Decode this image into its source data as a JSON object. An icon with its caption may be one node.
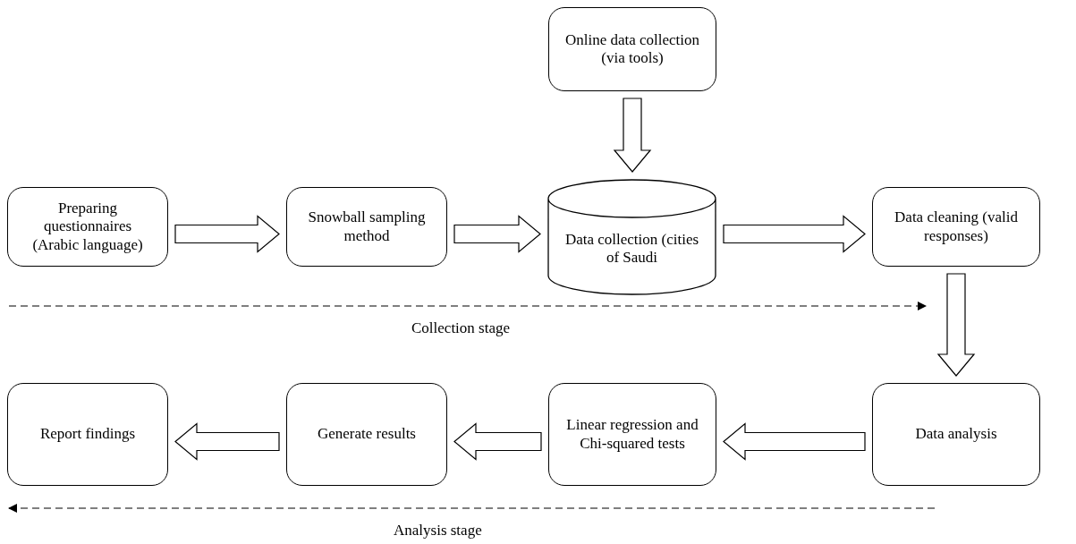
{
  "diagram": {
    "nodes": [
      {
        "text": [
          "Online data collection (via tools)"
        ]
      },
      {
        "text": [
          "Preparing questionnaires (Arabic language)"
        ]
      },
      {
        "text": [
          "Snowball sampling method"
        ]
      },
      {
        "text": [
          "Data collection (cities of Saudi"
        ]
      },
      {
        "text": [
          "Data cleaning (valid responses)"
        ]
      },
      {
        "text": [
          "Data analysis"
        ]
      },
      {
        "text": [
          "Linear regression and Chi-squared tests"
        ]
      },
      {
        "text": [
          "Generate results"
        ]
      },
      {
        "text": [
          "Report findings"
        ]
      }
    ],
    "edges": [
      {
        "from": 0,
        "to": 3,
        "arrow": "to"
      },
      {
        "from": 1,
        "to": 2,
        "arrow": "to"
      },
      {
        "from": 2,
        "to": 3,
        "arrow": "to"
      },
      {
        "from": 3,
        "to": 4,
        "arrow": "to"
      },
      {
        "from": 4,
        "to": 5,
        "arrow": "to"
      },
      {
        "from": 5,
        "to": 6,
        "arrow": "to"
      },
      {
        "from": 6,
        "to": 7,
        "arrow": "to"
      },
      {
        "from": 7,
        "to": 8,
        "arrow": "to"
      }
    ],
    "labels": [
      "Collection stage",
      "Analysis stage"
    ]
  }
}
